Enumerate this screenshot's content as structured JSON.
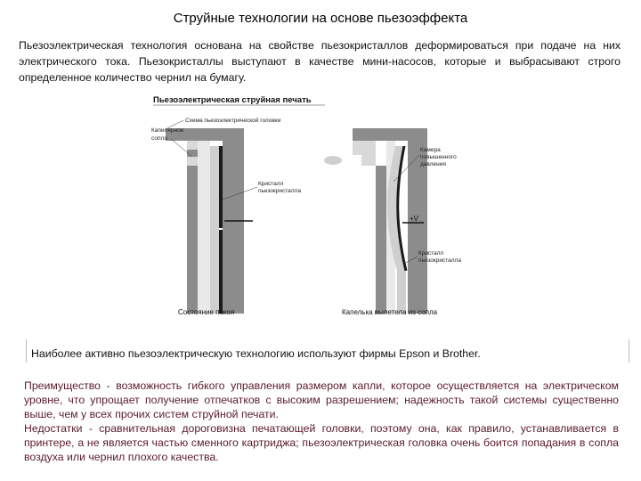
{
  "page": {
    "title": "Струйные технологии на основе пьезоэффекта",
    "intro": "Пьезоэлектрическая технология основана на свойстве пьезокристаллов деформироваться при подаче на них электрического тока. Пьезокристаллы выступают в качестве мини-насосов, которые и выбрасывают строго определенное количество чернил на бумагу."
  },
  "diagram": {
    "heading": "Пьезоэлектрическая струйная печать",
    "schematic_label": "Схема пьезоэлектрической головки",
    "capillary_label_1": "Капилярное",
    "capillary_label_2": "сопло",
    "crystal_left_label_1": "Кристалл",
    "crystal_left_label_2": "пьезокристалла",
    "zone_label_1": "Камера",
    "zone_label_2": "повышенного",
    "zone_label_3": "давления",
    "voltage": "+V",
    "crystal_right_label_1": "Кристалл",
    "crystal_right_label_2": "пьезокристалла",
    "caption_left": "Состояние покоя",
    "caption_right": "Капелька вылетела из сопла"
  },
  "bottom_note": "Наиболее активно пьезоэлектрическую технологию используют фирмы Epson и Brother.",
  "advantage": "Преимущество - возможность гибкого управления размером капли, которое осуществляется на электрическом уровне, что упрощает получение отпечатков с высоким разрешением; надежность такой системы существенно выше, чем у всех прочих систем струйной печати.",
  "disadvantage": "Недостатки - сравнительная дороговизна печатающей головки, поэтому она, как правило, устанавливается в принтере, а не является частью сменного картриджа; пьезоэлектрическая головка очень боится попадания в сопла воздуха или чернил плохого качества.",
  "colors": {
    "heading_text": "#000000",
    "body_text": "#111111",
    "advantage_text": "#5a1a2a",
    "diagram_wall": "#8c8c8c",
    "diagram_light": "#d9d9d9",
    "diagram_dark": "#1a1a1a"
  }
}
